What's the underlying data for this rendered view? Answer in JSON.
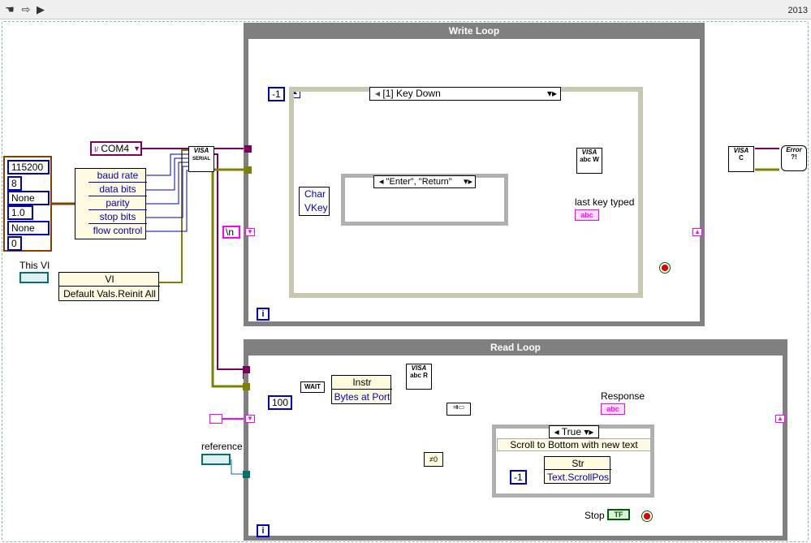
{
  "toolbar": {
    "version": "2013"
  },
  "write_loop": {
    "title": "Write Loop",
    "count_value": "-1",
    "iteration_label": "i"
  },
  "event_case": {
    "selector": "[1] Key Down"
  },
  "inner_case": {
    "selector": "\"Enter\", \"Return\""
  },
  "event_data": {
    "char": "Char",
    "vkey": "VKey"
  },
  "last_key": {
    "label": "last key typed",
    "indicator": "abc"
  },
  "serial_config": {
    "baud_rate": "115200",
    "data_bits": "8",
    "parity": "None",
    "stop_bits": "1.0",
    "flow_control": "None",
    "extra": "0",
    "fields": [
      "baud rate",
      "data bits",
      "parity",
      "stop bits",
      "flow control"
    ]
  },
  "com_port": {
    "value": "COM4"
  },
  "this_vi": {
    "label": "This VI",
    "node_class": "VI",
    "method": "Default Vals.Reinit All"
  },
  "termination_char": {
    "value": "\\n"
  },
  "visa": {
    "serial": "VISA SERIAL",
    "write": "VISA abc W",
    "read": "VISA abc R",
    "close": "VISA C",
    "error": "Error ?!"
  },
  "read_loop": {
    "title": "Read Loop",
    "iteration_label": "i",
    "instr_node": {
      "class": "Instr",
      "property": "Bytes at Port"
    },
    "wait_ms": "100",
    "wait_label": "WAIT",
    "response": {
      "label": "Response",
      "indicator": "abc"
    },
    "reference_label": "reference",
    "scroll_case": {
      "selector": "True",
      "label": "Scroll to Bottom with new text"
    },
    "str_node": {
      "class": "Str",
      "property": "Text.ScrollPos"
    },
    "scroll_value": "-1",
    "stop": {
      "label": "Stop",
      "value": "TF"
    }
  },
  "colors": {
    "error_wire": "#808000",
    "string_wire": "#ff00ff",
    "visa_wire": "#800060",
    "numeric": "#0000c0",
    "loop_border": "#808080"
  }
}
